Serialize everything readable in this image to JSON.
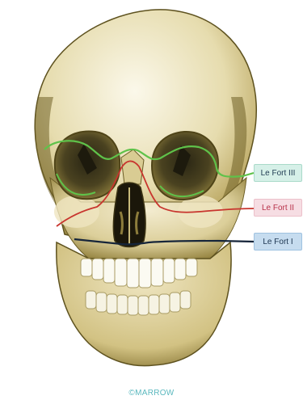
{
  "labels": {
    "lefort_3": "Le Fort III",
    "lefort_2": "Le Fort II",
    "lefort_1": "Le Fort I"
  },
  "copyright": "©MARROW",
  "colors": {
    "lefort_3_line": "#5fc24a",
    "lefort_2_line": "#c8352e",
    "lefort_1_line": "#16253a",
    "bone": "#e8dfb6",
    "bone_shadow": "#6b5d24"
  }
}
